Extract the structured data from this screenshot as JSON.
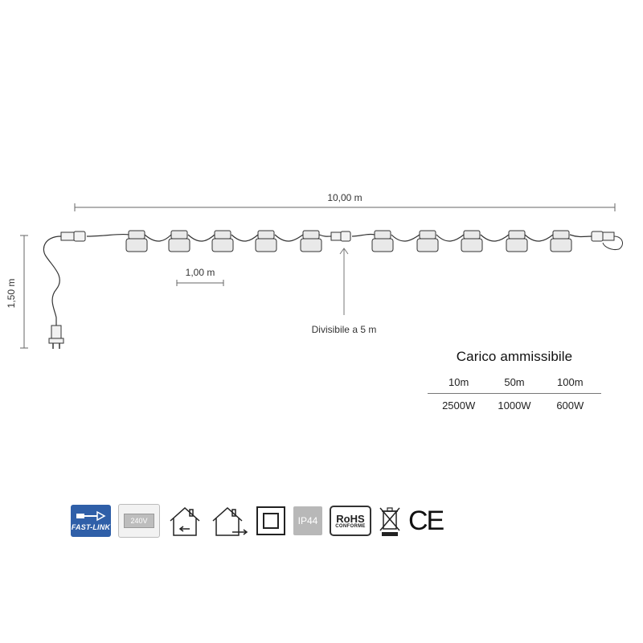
{
  "dimensions": {
    "total_length": "10,00 m",
    "spacing": "1,00 m",
    "cable_length": "1,50 m",
    "divisible_note": "Divisibile a 5 m"
  },
  "load_table": {
    "title": "Carico ammissibile",
    "headers": [
      "10m",
      "50m",
      "100m"
    ],
    "values": [
      "2500W",
      "1000W",
      "600W"
    ]
  },
  "icons": {
    "fastlink_label": "FAST-LINK",
    "voltage_label": "240V",
    "ip_label": "IP44",
    "rohs_label": "RoHS",
    "rohs_sub": "CONFORME",
    "ce_label": "CE"
  },
  "icon_names": [
    "fast-link-icon",
    "voltage-240v-icon",
    "indoor-house-icon",
    "outdoor-house-icon",
    "double-insulation-icon",
    "ip44-icon",
    "rohs-icon",
    "weee-bin-icon",
    "ce-mark-icon"
  ]
}
